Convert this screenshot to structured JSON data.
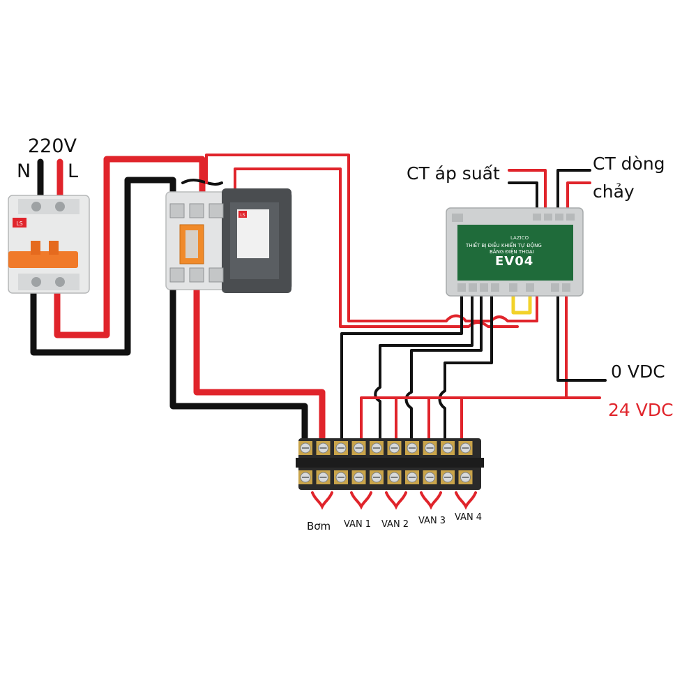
{
  "labels": {
    "supply_voltage": "220V",
    "neutral": "N",
    "live": "L",
    "pressure_sensor": "CT áp suất",
    "flow_sensor_line1": "CT dòng",
    "flow_sensor_line2": "chảy",
    "zero_vdc": "0 VDC",
    "twentyfour_vdc": "24 VDC",
    "pump": "Bơm",
    "valve1": "VAN 1",
    "valve2": "VAN 2",
    "valve3": "VAN 3",
    "valve4": "VAN 4"
  },
  "breaker": {
    "brand": "LS"
  },
  "contactor": {
    "brand": "LS"
  },
  "controller": {
    "brand": "LAZICO",
    "title_line1": "THIẾT BỊ ĐIỀU KHIỂN TỰ ĐỘNG",
    "title_line2": "BẰNG ĐIỆN THOẠI",
    "model": "EV04"
  },
  "colors": {
    "live_wire": "#e0242b",
    "neutral_wire": "#111111",
    "controller_body": "#1f6b3a",
    "breaker_toggle": "#f07a2a",
    "label_red": "#e0242b"
  }
}
